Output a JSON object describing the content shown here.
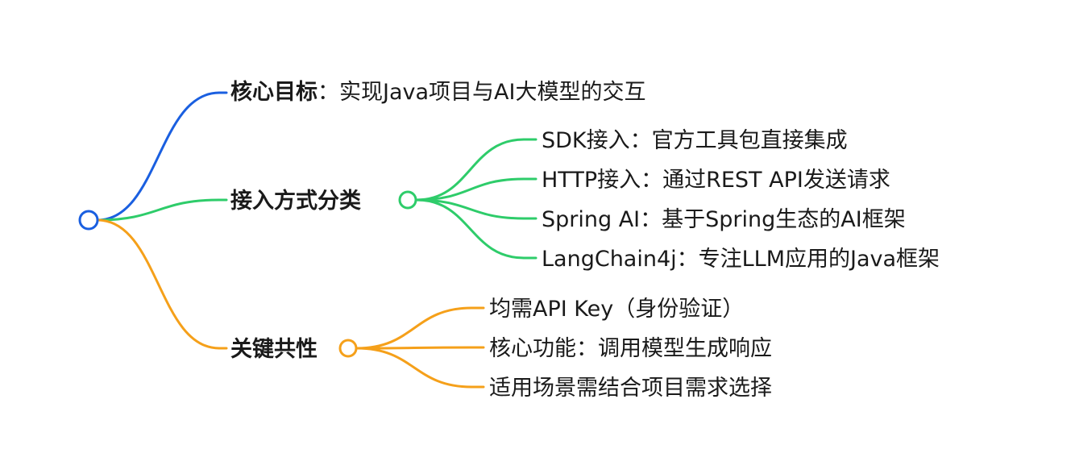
{
  "colors": {
    "root": "#1a5fe0",
    "branch_1": "#1a5fe0",
    "branch_2": "#2ecc6a",
    "branch_3": "#f5a01a",
    "text": "#1a1a1a"
  },
  "branches": [
    {
      "key": "goal",
      "color": "#1a5fe0",
      "title": "核心目标",
      "separator": "：",
      "detail": "实现Java项目与AI大模型的交互",
      "children": []
    },
    {
      "key": "access",
      "color": "#2ecc6a",
      "title": "接入方式分类",
      "children": [
        "SDK接入：官方工具包直接集成",
        "HTTP接入：通过REST API发送请求",
        "Spring AI：基于Spring生态的AI框架",
        "LangChain4j：专注LLM应用的Java框架"
      ]
    },
    {
      "key": "common",
      "color": "#f5a01a",
      "title": "关键共性",
      "children": [
        "均需API Key（身份验证）",
        "核心功能：调用模型生成响应",
        "适用场景需结合项目需求选择"
      ]
    }
  ]
}
